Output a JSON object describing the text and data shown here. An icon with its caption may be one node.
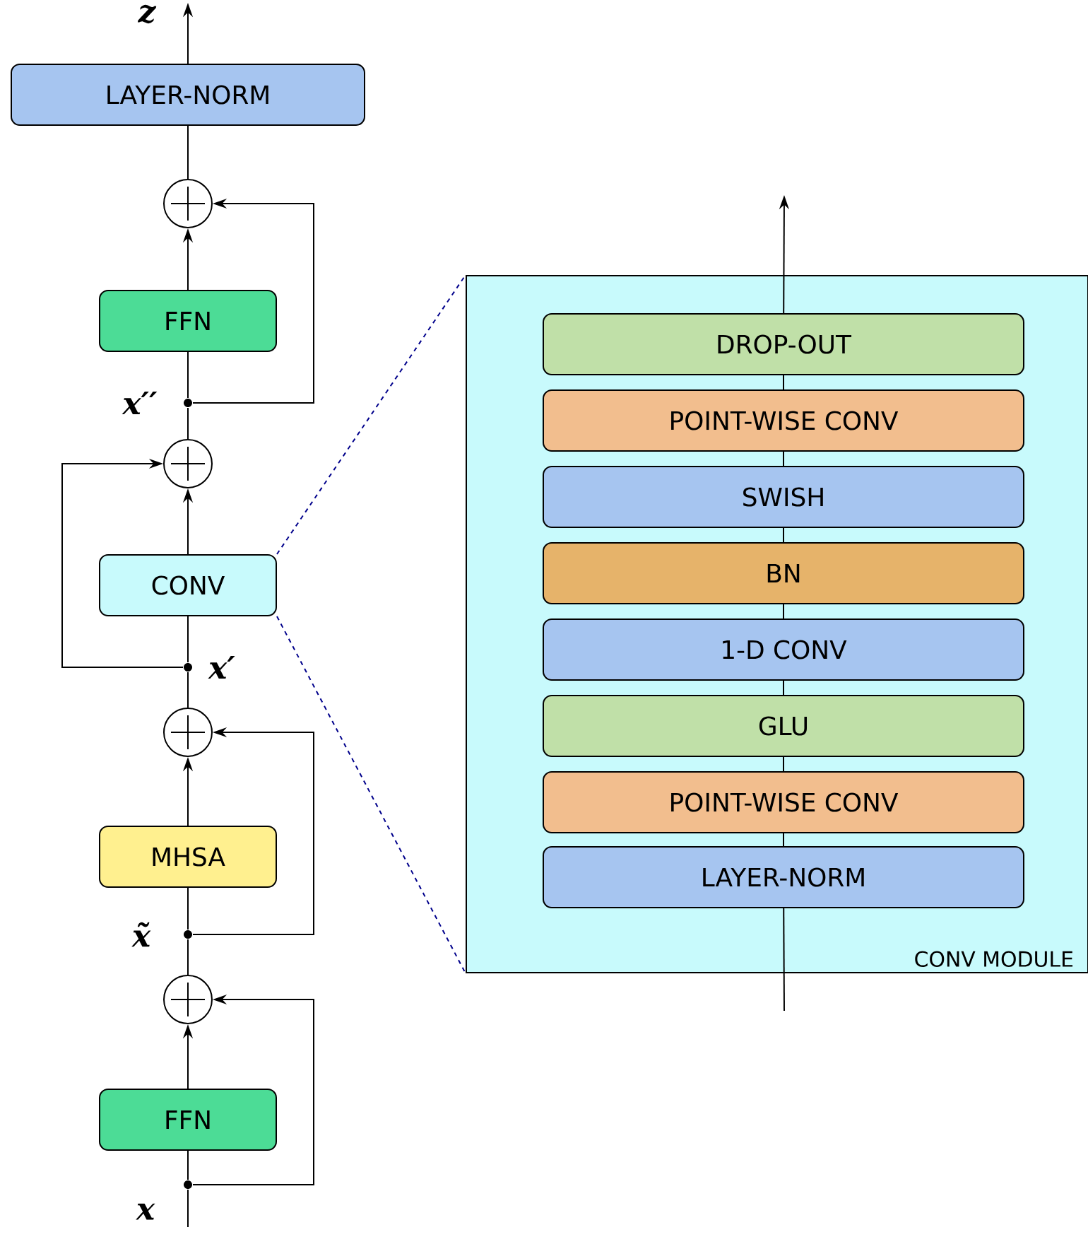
{
  "diagram": {
    "nodes": [
      {
        "text": [
          "LAYER-NORM"
        ]
      },
      {
        "text": [],
        "shape": "circle"
      },
      {
        "text": [
          "FFN"
        ]
      },
      {
        "text": [],
        "shape": "circle",
        "beside": [
          "x′′"
        ]
      },
      {
        "text": [],
        "shape": "circle"
      },
      {
        "text": [
          "CONV"
        ]
      },
      {
        "text": [],
        "shape": "circle",
        "beside": [
          "x′"
        ]
      },
      {
        "text": [],
        "shape": "circle"
      },
      {
        "text": [
          "MHSA"
        ]
      },
      {
        "text": [],
        "shape": "circle",
        "beside": [
          "x̃"
        ]
      },
      {
        "text": [],
        "shape": "circle"
      },
      {
        "text": [
          "FFN"
        ]
      },
      {
        "text": [],
        "shape": "circle",
        "beside": [
          "x"
        ]
      },
      {
        "text": [
          "CONV MODULE"
        ]
      },
      {
        "text": [
          "DROP-OUT"
        ],
        "in": 13
      },
      {
        "text": [
          "POINT-WISE CONV"
        ],
        "in": 13
      },
      {
        "text": [
          "SWISH"
        ],
        "in": 13
      },
      {
        "text": [
          "BN"
        ],
        "in": 13
      },
      {
        "text": [
          "1-D CONV"
        ],
        "in": 13
      },
      {
        "text": [
          "GLU"
        ],
        "in": 13
      },
      {
        "text": [
          "POINT-WISE CONV"
        ],
        "in": 13
      },
      {
        "text": [
          "LAYER-NORM"
        ],
        "in": 13
      }
    ],
    "edges": [
      {
        "from": null,
        "to": 12,
        "arrow": "none"
      },
      {
        "from": 12,
        "to": 11,
        "arrow": "none"
      },
      {
        "from": 11,
        "to": 10,
        "arrow": "to"
      },
      {
        "from": 12,
        "to": 10,
        "arrow": "to"
      },
      {
        "from": 10,
        "to": 9,
        "arrow": "none"
      },
      {
        "from": 9,
        "to": 8,
        "arrow": "none"
      },
      {
        "from": 8,
        "to": 7,
        "arrow": "to"
      },
      {
        "from": 9,
        "to": 7,
        "arrow": "to"
      },
      {
        "from": 7,
        "to": 6,
        "arrow": "none"
      },
      {
        "from": 6,
        "to": 5,
        "arrow": "none"
      },
      {
        "from": 5,
        "to": 4,
        "arrow": "to"
      },
      {
        "from": 6,
        "to": 4,
        "arrow": "to"
      },
      {
        "from": 4,
        "to": 3,
        "arrow": "none"
      },
      {
        "from": 3,
        "to": 2,
        "arrow": "none"
      },
      {
        "from": 2,
        "to": 1,
        "arrow": "to"
      },
      {
        "from": 3,
        "to": 1,
        "arrow": "to"
      },
      {
        "from": 1,
        "to": 0,
        "arrow": "none"
      },
      {
        "from": 0,
        "to": null,
        "arrow": "to"
      },
      {
        "from": 5,
        "to": 13,
        "arrow": "none",
        "style": "dashed",
        "color": "#00008b"
      },
      {
        "from": 5,
        "to": 13,
        "arrow": "none",
        "style": "dashed",
        "color": "#00008b"
      },
      {
        "from": null,
        "to": 21,
        "arrow": "none"
      },
      {
        "from": 21,
        "to": 20,
        "arrow": "none"
      },
      {
        "from": 20,
        "to": 19,
        "arrow": "none"
      },
      {
        "from": 19,
        "to": 18,
        "arrow": "none"
      },
      {
        "from": 18,
        "to": 17,
        "arrow": "none"
      },
      {
        "from": 17,
        "to": 16,
        "arrow": "none"
      },
      {
        "from": 16,
        "to": 15,
        "arrow": "none"
      },
      {
        "from": 15,
        "to": 14,
        "arrow": "none"
      },
      {
        "from": 14,
        "to": null,
        "arrow": "to"
      }
    ],
    "labels": [
      "z"
    ]
  }
}
